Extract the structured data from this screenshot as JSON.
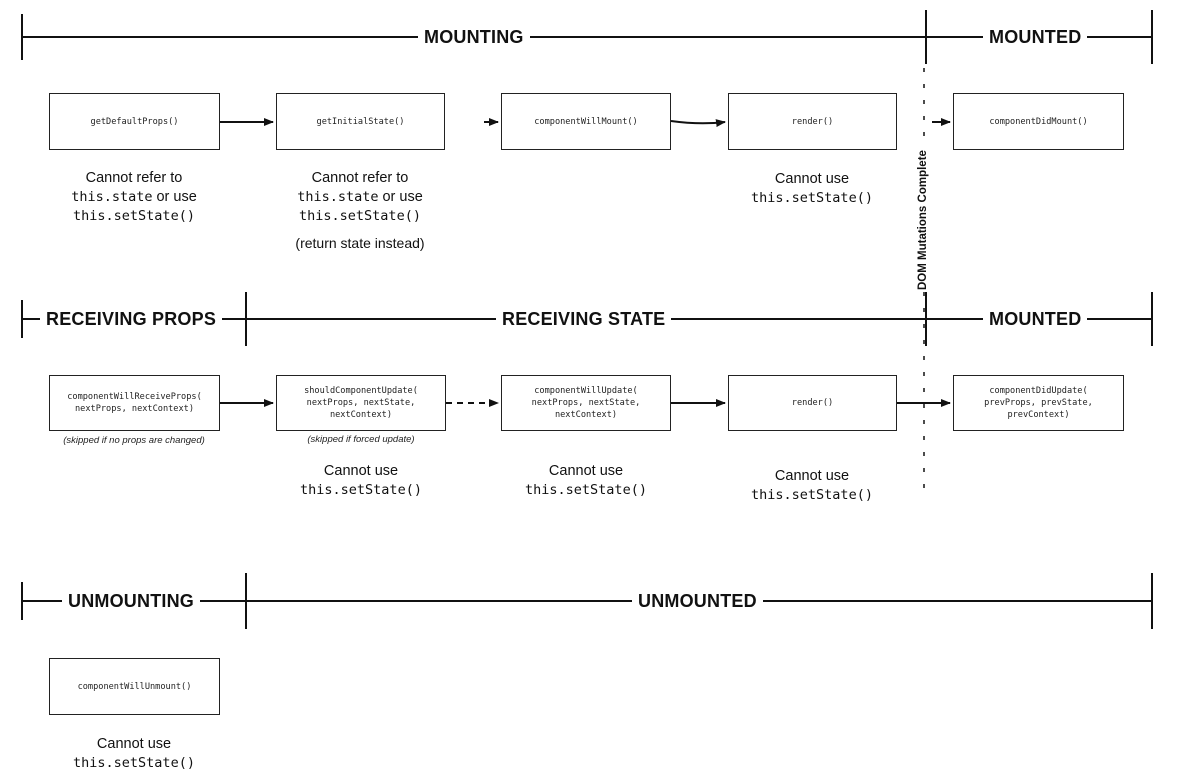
{
  "phases": {
    "mounting": "MOUNTING",
    "mounted_top": "MOUNTED",
    "receiving_props": "RECEIVING PROPS",
    "receiving_state": "RECEIVING STATE",
    "mounted_mid": "MOUNTED",
    "unmounting": "UNMOUNTING",
    "unmounted": "UNMOUNTED"
  },
  "dom_divider_label": "DOM Mutations Complete",
  "mounting_row": {
    "boxes": [
      "getDefaultProps()",
      "getInitialState()",
      "componentWillMount()",
      "render()",
      "componentDidMount()"
    ],
    "notes": [
      {
        "line1": "Cannot refer to",
        "line2": "this.state",
        "line2_suffix": " or use",
        "line3": "this.setState()",
        "extra": ""
      },
      {
        "line1": "Cannot refer to",
        "line2": "this.state",
        "line2_suffix": " or use",
        "line3": "this.setState()",
        "extra": "(return state instead)"
      },
      {
        "line1": "Cannot use",
        "line2": "this.setState()"
      }
    ]
  },
  "updating_row": {
    "boxes": [
      "componentWillReceiveProps(\nnextProps, nextContext)",
      "shouldComponentUpdate(\nnextProps, nextState,\nnextContext)",
      "componentWillUpdate(\nnextProps, nextState,\nnextContext)",
      "render()",
      "componentDidUpdate(\nprevProps, prevState,\nprevContext)"
    ],
    "skip_notes": [
      "(skipped if no props are changed)",
      "(skipped if forced update)"
    ],
    "notes": [
      {
        "line1": "Cannot use",
        "line2": "this.setState()"
      },
      {
        "line1": "Cannot use",
        "line2": "this.setState()"
      },
      {
        "line1": "Cannot use",
        "line2": "this.setState()"
      }
    ]
  },
  "unmounting_row": {
    "boxes": [
      "componentWillUnmount()"
    ],
    "notes": [
      {
        "line1": "Cannot use",
        "line2": "this.setState()"
      }
    ]
  }
}
